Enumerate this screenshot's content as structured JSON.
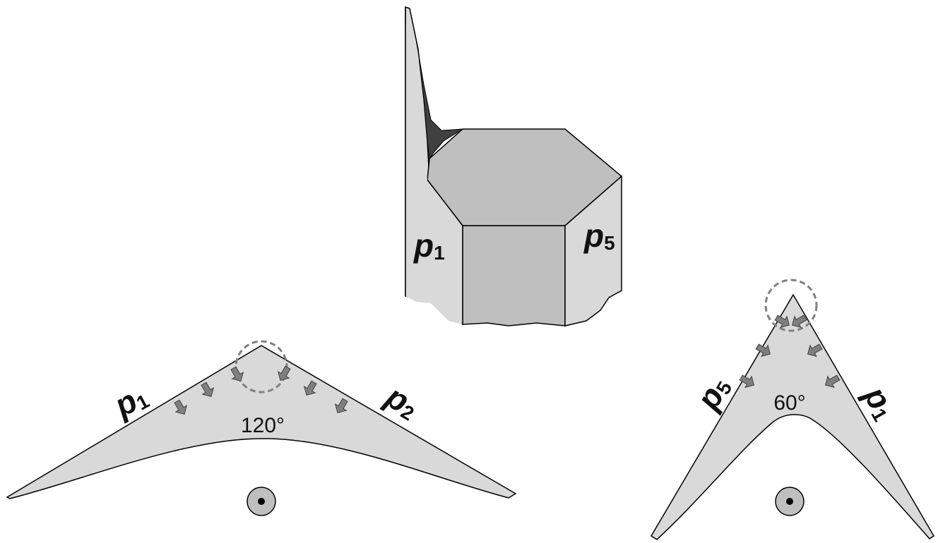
{
  "colors": {
    "face_light": "#d9d9d9",
    "face_medium": "#bfbfbf",
    "face_dark": "#404040",
    "arrow_fill": "#7f7f7f",
    "outline": "#000000",
    "dashed_circle": "#7f7f7f"
  },
  "prism": {
    "left_face_label": {
      "main": "p",
      "sub": "1"
    },
    "right_face_label": {
      "main": "p",
      "sub": "5"
    }
  },
  "wedge_120": {
    "left_label": {
      "main": "p",
      "sub": "1"
    },
    "right_label": {
      "main": "p",
      "sub": "2"
    },
    "angle_label": "120°"
  },
  "wedge_60": {
    "left_label": {
      "main": "p",
      "sub": "5"
    },
    "right_label": {
      "main": "p",
      "sub": "1"
    },
    "angle_label": "60°"
  }
}
